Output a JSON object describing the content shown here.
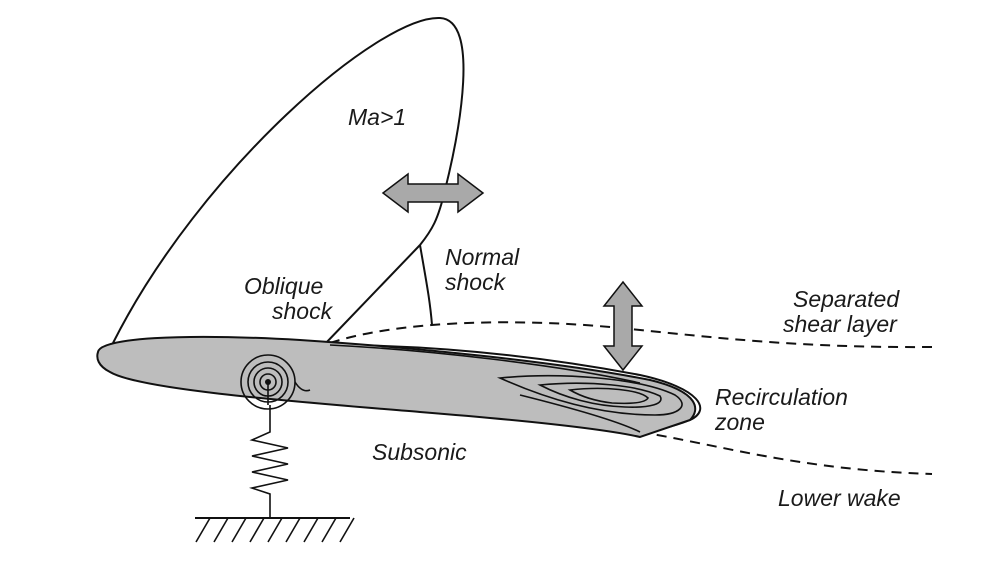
{
  "labels": {
    "supersonic_region": "Ma>1",
    "normal_shock_line1": "Normal",
    "normal_shock_line2": "shock",
    "oblique_shock_line1": "Oblique",
    "oblique_shock_line2": "shock",
    "separated_line1": "Separated",
    "separated_line2": "shear layer",
    "recirculation_line1": "Recirculation",
    "recirculation_line2": "zone",
    "subsonic": "Subsonic",
    "lower_wake": "Lower wake"
  },
  "colors": {
    "airfoil_fill": "#bdbdbd",
    "arrow_fill": "#a9a9a9",
    "line": "#111111"
  }
}
